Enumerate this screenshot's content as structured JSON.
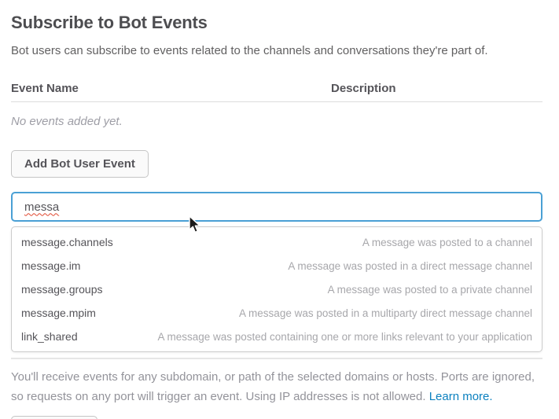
{
  "page": {
    "title": "Subscribe to Bot Events",
    "subtitle": "Bot users can subscribe to events related to the channels and conversations they're part of."
  },
  "table": {
    "columns": [
      "Event Name",
      "Description"
    ],
    "empty_text": "No events added yet."
  },
  "actions": {
    "add_button_label": "Add Bot User Event"
  },
  "search": {
    "value": "messa"
  },
  "suggestions": [
    {
      "name": "message.channels",
      "description": "A message was posted to a channel"
    },
    {
      "name": "message.im",
      "description": "A message was posted in a direct message channel"
    },
    {
      "name": "message.groups",
      "description": "A message was posted to a private channel"
    },
    {
      "name": "message.mpim",
      "description": "A message was posted in a multiparty direct message channel"
    },
    {
      "name": "link_shared",
      "description": "A message was posted containing one or more links relevant to your application"
    }
  ],
  "footer": {
    "text": "You'll receive events for any subdomain, or path of the selected domains or hosts. Ports are ignored, so requests on any port will trigger an event. Using IP addresses is not allowed. ",
    "link_label": "Learn more."
  },
  "colors": {
    "heading": "#4d4d50",
    "body": "#616061",
    "muted": "#9e9ea6",
    "link": "#0b80bf",
    "input_focus_border": "#4aa0d5",
    "divider": "#dddddd"
  }
}
